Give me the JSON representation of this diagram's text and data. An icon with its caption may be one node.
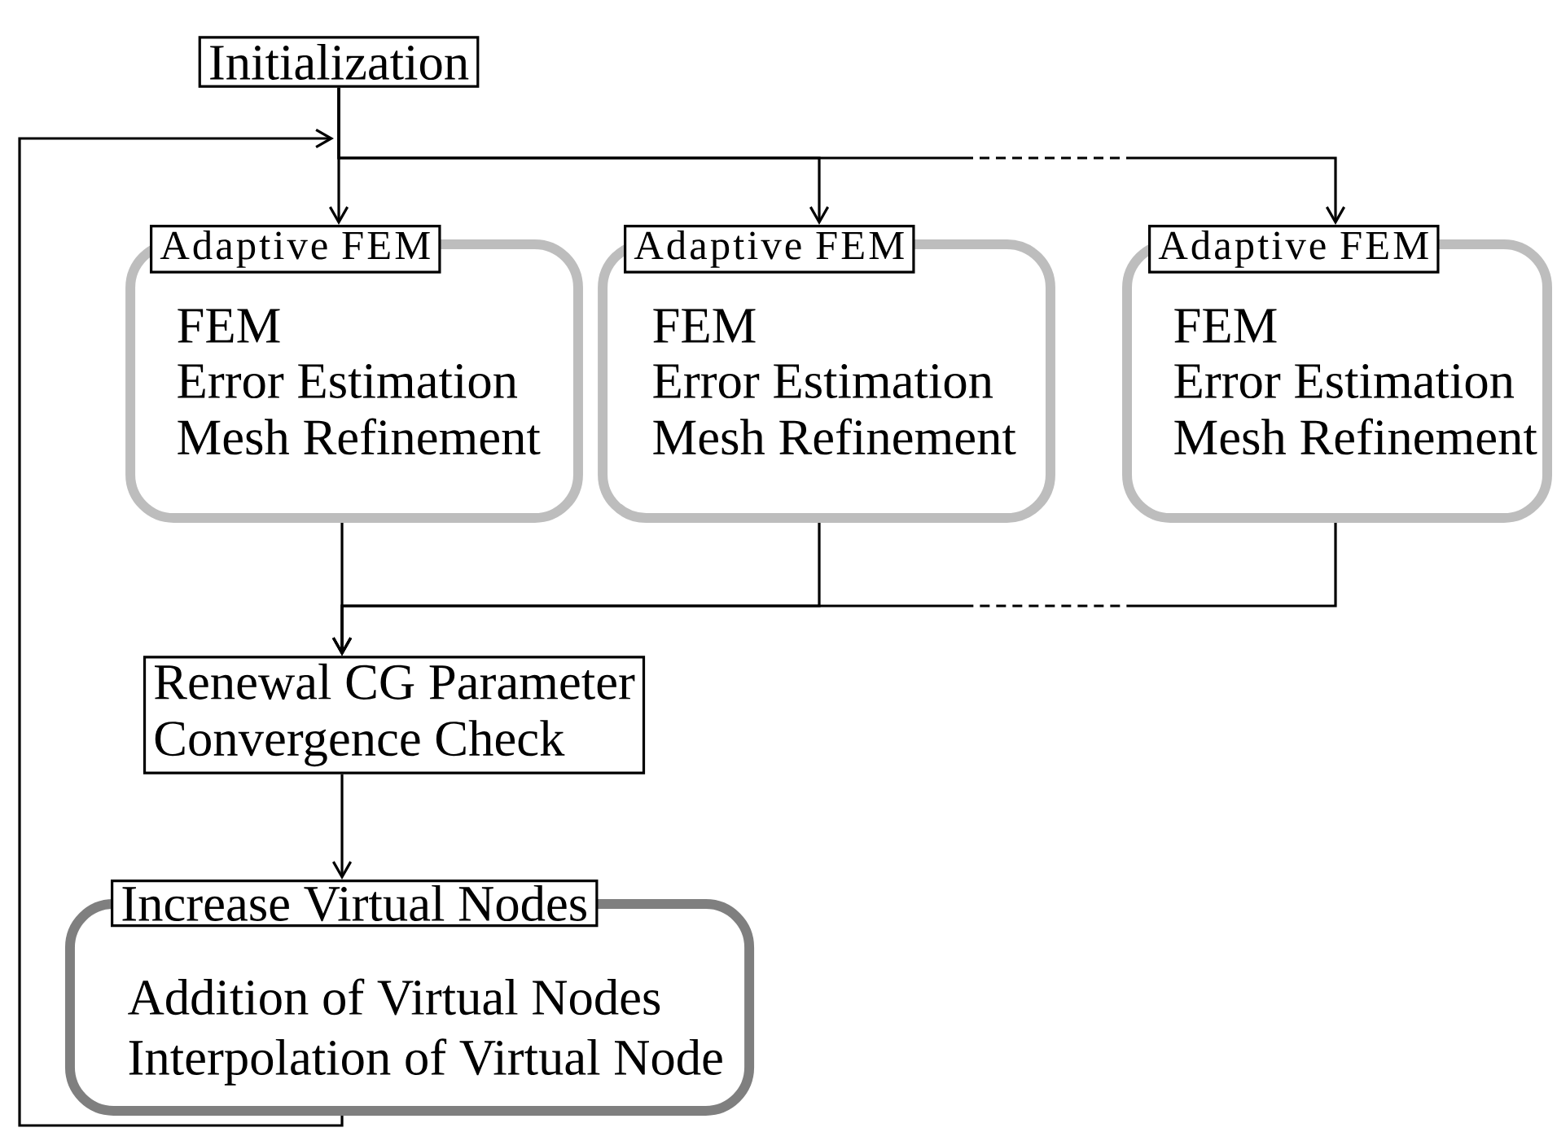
{
  "diagram": {
    "nodes": [
      {
        "text": [
          "Initialization"
        ]
      },
      {
        "text": [
          "Adaptive FEM",
          "FEM",
          "Error Estimation",
          "Mesh Refinement"
        ]
      },
      {
        "text": [
          "Adaptive FEM",
          "FEM",
          "Error Estimation",
          "Mesh Refinement"
        ]
      },
      {
        "text": [
          "Adaptive FEM",
          "FEM",
          "Error Estimation",
          "Mesh Refinement"
        ]
      },
      {
        "text": [
          "Renewal CG Parameter",
          "Convergence Check"
        ]
      },
      {
        "text": [
          "Increase Virtual Nodes",
          "Addition of Virtual Nodes",
          "Interpolation of Virtual Node"
        ]
      }
    ],
    "edges": [
      {
        "from": 0,
        "to": 1,
        "arrow": "to"
      },
      {
        "from": 0,
        "to": 2,
        "arrow": "to"
      },
      {
        "from": 0,
        "to": 3,
        "arrow": "to",
        "style": "dashed"
      },
      {
        "from": 1,
        "to": 4,
        "arrow": "to"
      },
      {
        "from": 2,
        "to": 4,
        "arrow": "to"
      },
      {
        "from": 3,
        "to": 4,
        "arrow": "to",
        "style": "dashed"
      },
      {
        "from": 4,
        "to": 5,
        "arrow": "to"
      },
      {
        "from": 5,
        "to": null,
        "arrow": "to"
      }
    ]
  }
}
